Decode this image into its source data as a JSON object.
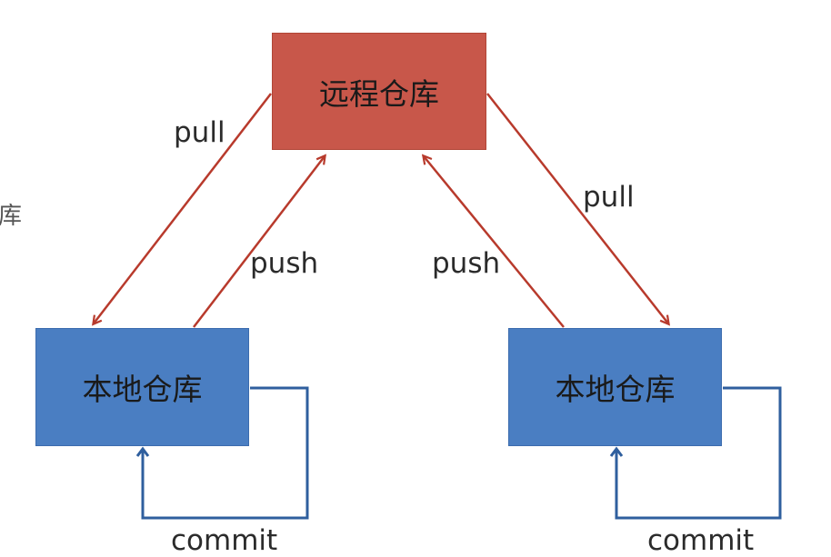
{
  "nodes": {
    "remote": "远程仓库",
    "local_left": "本地仓库",
    "local_right": "本地仓库"
  },
  "edges": {
    "pull_left": "pull",
    "push_left": "push",
    "push_right": "push",
    "pull_right": "pull",
    "commit_left": "commit",
    "commit_right": "commit"
  },
  "colors": {
    "remote_fill": "#c8574a",
    "local_fill": "#4a7ec2",
    "red_arrow": "#b83a2c",
    "blue_arrow": "#2f5f9e"
  },
  "edge_fragments": [
    "库"
  ]
}
